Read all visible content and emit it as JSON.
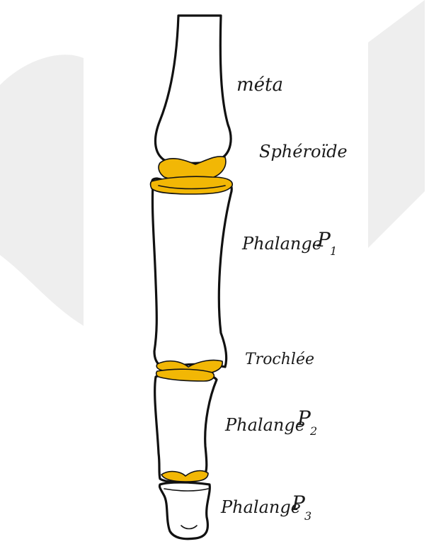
{
  "labels": {
    "metacarpal": "méta",
    "spheroid": "Sphéroïde",
    "phalanx1_word": "Phalange",
    "phalanx1_sym": "P",
    "phalanx1_sub": "1",
    "trochlea": "Trochlée",
    "phalanx2_word": "Phalange",
    "phalanx2_sym": "P",
    "phalanx2_sub": "2",
    "phalanx3_word": "Phalange",
    "phalanx3_sym": "P",
    "phalanx3_sub": "3"
  },
  "colors": {
    "cartilage": "#f2b705",
    "watermark": "#eeeeee",
    "outline": "#111111"
  }
}
